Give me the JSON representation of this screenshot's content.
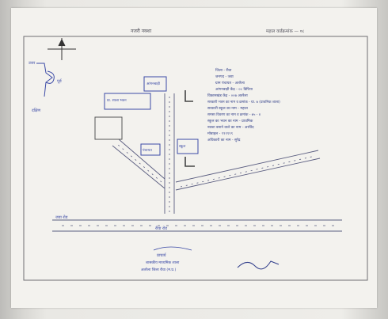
{
  "header": {
    "title": "नजरी नक्शा",
    "ward": "महाल वार्डक्रमांक — ०८"
  },
  "legend": {
    "north_label": "उत्तर",
    "east_label": "पूर्व",
    "south_label": "दक्षिण"
  },
  "details": {
    "l1": "जिला - रीवा",
    "l2": "जनपद - जवा",
    "l3": "ग्राम पंचायत - अतरैला",
    "l4": "आंगनबाड़ी केंद्र - ०८ डिघिया",
    "l5": "विकासखंड केंद्र - ००७ अतरैला",
    "l6": "सरकारी भवन का नाम व क्रमांक - ग्रा. ७ (प्राथमिक शाला)",
    "l7": "सरकारी स्कूल का नाम - महाल",
    "l8": "समस्त विवरण का नाम व क्रमांक - ७५ - ४",
    "l9": "स्कूल का भवन का नाम - प्राथमिक",
    "l10": "नक्शा बनाने वाले का नाम - अरविंद",
    "l11": "मोबाइल - ९९९९९९",
    "l12": "अधिकारी का नाम - सुरेंद्र"
  },
  "map": {
    "box1": "आंगनबाड़ी",
    "box2": "प्रा. शाला भवन",
    "box3": "स्कूल",
    "box4": "पंचायत",
    "road_left": "जवा रोड",
    "road_center": "रीवा रोड"
  },
  "signature": {
    "stamp1": "प्राचार्य",
    "stamp2": "शासकीय माध्यमिक शाला",
    "stamp3": "अतरैला जिला रीवा (म.प्र.)"
  }
}
